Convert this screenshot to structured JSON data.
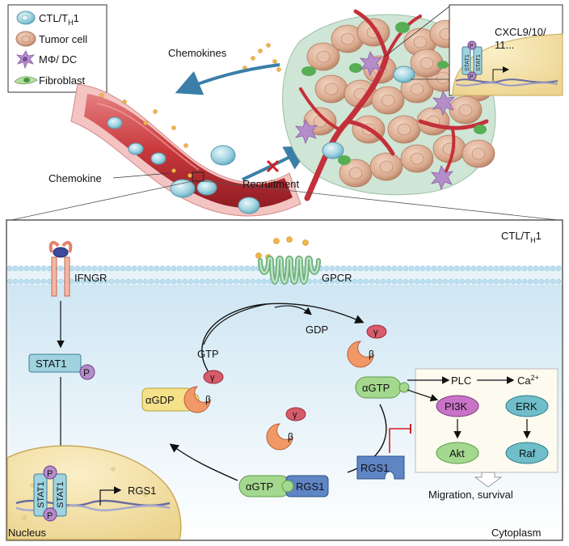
{
  "legend": {
    "items": [
      {
        "label": "CTL/T",
        "sub": "H",
        "tail": "1",
        "icon": "ctl-th1-cell-icon"
      },
      {
        "label": "Tumor cell",
        "icon": "tumor-cell-icon"
      },
      {
        "label": "MΦ/ DC",
        "icon": "macrophage-dc-icon"
      },
      {
        "label": "Fibroblast",
        "icon": "fibroblast-icon"
      }
    ]
  },
  "top": {
    "chemokines": "Chemokines",
    "chemokine": "Chemokine",
    "recruitment": "Recruitment",
    "inset": {
      "stat_top": "STAT1",
      "stat_bottom": "STAT1",
      "p": "P",
      "gene_line1": "CXCL9/10/",
      "gene_line2": "11..."
    }
  },
  "panel": {
    "title": "CTL/T",
    "title_sub": "H",
    "title_tail": "1",
    "ifngr": "IFNGR",
    "gpcr": "GPCR",
    "stat1": "STAT1",
    "p": "P",
    "gdp": "GDP",
    "gtp": "GTP",
    "gamma": "γ",
    "beta": "β",
    "agdp": "αGDP",
    "agtp": "αGTP",
    "rgs1": "RGS1",
    "plc": "PLC",
    "ca": "Ca",
    "ca_sup": "2+",
    "pi3k": "PI3K",
    "erk": "ERK",
    "akt": "Akt",
    "raf": "Raf",
    "migration": "Migration, survival",
    "nucleus": "Nucleus",
    "cytoplasm": "Cytoplasm",
    "nucleus_stat": "STAT1",
    "nucleus_gene": "RGS1"
  }
}
